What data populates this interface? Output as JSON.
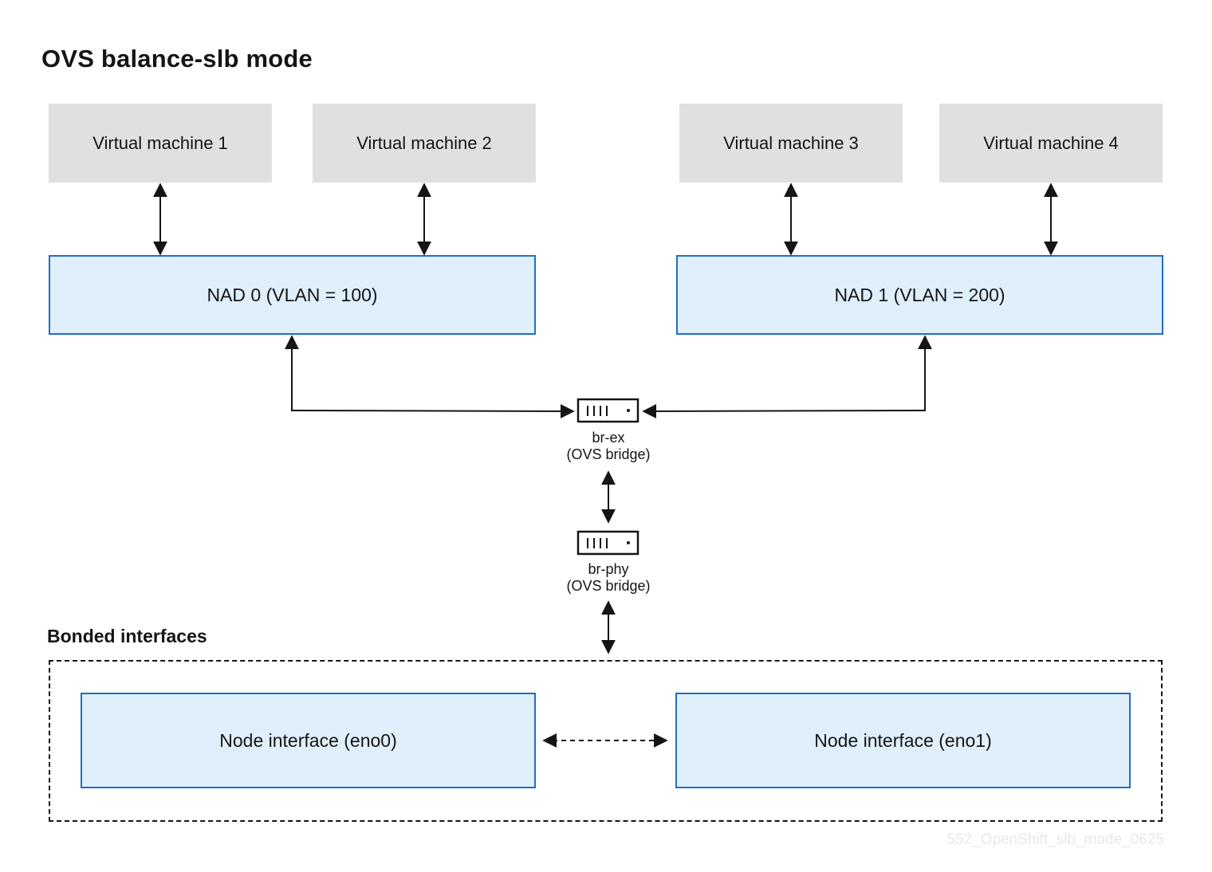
{
  "title": "OVS balance-slb mode",
  "virtual_machines": [
    {
      "label": "Virtual machine 1"
    },
    {
      "label": "Virtual machine 2"
    },
    {
      "label": "Virtual machine 3"
    },
    {
      "label": "Virtual machine 4"
    }
  ],
  "nads": [
    {
      "label": "NAD 0 (VLAN = 100)"
    },
    {
      "label": "NAD 1 (VLAN = 200)"
    }
  ],
  "bridges": [
    {
      "name": "br-ex",
      "type": "(OVS bridge)",
      "icon": "server-icon"
    },
    {
      "name": "br-phy",
      "type": "(OVS bridge)",
      "icon": "server-icon"
    }
  ],
  "bonded": {
    "label": "Bonded interfaces",
    "interfaces": [
      {
        "label": "Node interface (eno0)"
      },
      {
        "label": "Node interface (eno1)"
      }
    ]
  },
  "watermark": "552_OpenShift_slb_mode_0625",
  "colors": {
    "vm_fill": "#e0e0e0",
    "nad_fill": "#e0effc",
    "nad_border": "#1f6fc5",
    "line": "#151515"
  }
}
